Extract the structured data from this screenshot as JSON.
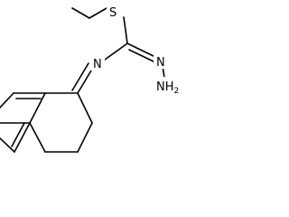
{
  "atoms": {
    "sulfur": "S",
    "imine_nitrogen": "N",
    "hydrazone_nitrogen": "N",
    "amino_group": "NH",
    "amino_subscript": "2"
  },
  "colors": {
    "bond": "#000000",
    "background": "#ffffff"
  }
}
